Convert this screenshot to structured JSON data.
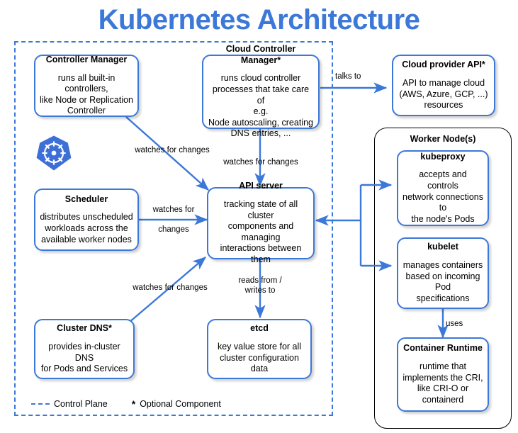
{
  "title": "Kubernetes Architecture",
  "colors": {
    "accent": "#3c78d8",
    "node_border": "#3c78d8",
    "worker_border": "#000000",
    "text": "#000000",
    "background": "#ffffff"
  },
  "regions": {
    "control_plane": {
      "label": "Control Plane"
    },
    "worker_node": {
      "label": "Worker Node(s)"
    }
  },
  "nodes": {
    "controller_manager": {
      "title": "Controller Manager",
      "desc": "runs all built-in controllers,\nlike Node or Replication\nController"
    },
    "cloud_controller_manager": {
      "title": "Cloud Controller Manager*",
      "desc": "runs cloud controller\nprocesses that take care of\ne.g.\nNode autoscaling, creating\nDNS entries, ..."
    },
    "cloud_provider_api": {
      "title": "Cloud provider API*",
      "desc": "API to manage cloud\n(AWS, Azure, GCP, ...)\nresources"
    },
    "scheduler": {
      "title": "Scheduler",
      "desc": "distributes unscheduled\nworkloads across the\navailable worker nodes"
    },
    "api_server": {
      "title": "API server",
      "desc": "tracking state of all cluster\ncomponents and managing\ninteractions between them"
    },
    "cluster_dns": {
      "title": "Cluster DNS*",
      "desc": "provides in-cluster DNS\nfor Pods and Services"
    },
    "etcd": {
      "title": "etcd",
      "desc": "key value store for all\ncluster configuration data"
    },
    "kubeproxy": {
      "title": "kubeproxy",
      "desc": "accepts and controls\nnetwork connections to\nthe node's Pods"
    },
    "kubelet": {
      "title": "kubelet",
      "desc": "manages containers\nbased on incoming Pod\nspecifications"
    },
    "container_runtime": {
      "title": "Container Runtime",
      "desc": "runtime that\nimplements the CRI,\nlike CRI-O or\ncontainerd"
    }
  },
  "edges": {
    "talks_to": "talks to",
    "ccm_watches": "watches for changes",
    "cm_watches": "watches for changes",
    "scheduler_watches": "watches for\n\nchanges",
    "dns_watches": "watches for changes",
    "etcd_reads_writes": "reads from /\nwrites to",
    "kubelet_uses": "uses"
  },
  "legend": {
    "control_plane": "Control Plane",
    "optional_star": "*",
    "optional_component": "Optional Component"
  },
  "logo": {
    "name": "kubernetes-logo"
  }
}
